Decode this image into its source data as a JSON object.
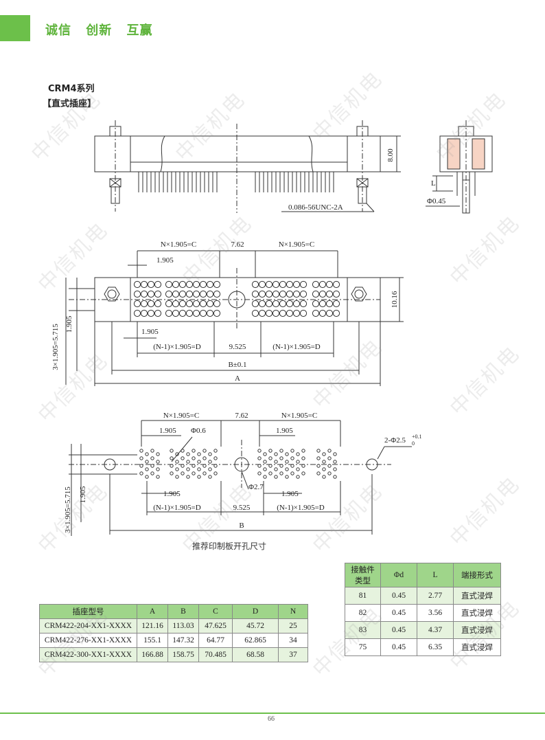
{
  "header": {
    "slogan": "诚信  创新  互赢"
  },
  "title": {
    "series": "CRM4系列",
    "subtitle": "【直式插座】"
  },
  "drawing": {
    "dims": {
      "h8": "8.00",
      "unc": "0.086-56UNC-2A",
      "L": "L",
      "phi045": "Φ0.45",
      "nxc": "N×1.905=C",
      "p762": "7.62",
      "p1905": "1.905",
      "h1016": "10.16",
      "n1d": "(N-1)×1.905=D",
      "p9525": "9.525",
      "bpm": "B±0.1",
      "a": "A",
      "v5715": "3×1.905=5.715",
      "phi06": "Φ0.6",
      "phi27": "Φ2.7",
      "phi25": "2-Φ2.5",
      "tol": "+0.1",
      "tol0": "0",
      "b": "B"
    },
    "caption": "推荐印制板开孔尺寸"
  },
  "table1": {
    "headers": [
      "插座型号",
      "A",
      "B",
      "C",
      "D",
      "N"
    ],
    "rows": [
      [
        "CRM422-204-XX1-XXXX",
        "121.16",
        "113.03",
        "47.625",
        "45.72",
        "25"
      ],
      [
        "CRM422-276-XX1-XXXX",
        "155.1",
        "147.32",
        "64.77",
        "62.865",
        "34"
      ],
      [
        "CRM422-300-XX1-XXXX",
        "166.88",
        "158.75",
        "70.485",
        "68.58",
        "37"
      ]
    ]
  },
  "table2": {
    "headers": [
      "接触件类型",
      "Φd",
      "L",
      "端接形式"
    ],
    "rows": [
      [
        "81",
        "0.45",
        "2.77",
        "直式浸焊"
      ],
      [
        "82",
        "0.45",
        "3.56",
        "直式浸焊"
      ],
      [
        "83",
        "0.45",
        "4.37",
        "直式浸焊"
      ],
      [
        "75",
        "0.45",
        "6.35",
        "直式浸焊"
      ]
    ]
  },
  "footer": {
    "page": "66"
  },
  "watermark": "中信机电",
  "colors": {
    "accent": "#6cc04a",
    "table_header": "#9fd58a",
    "table_row": "#e6f3de"
  }
}
